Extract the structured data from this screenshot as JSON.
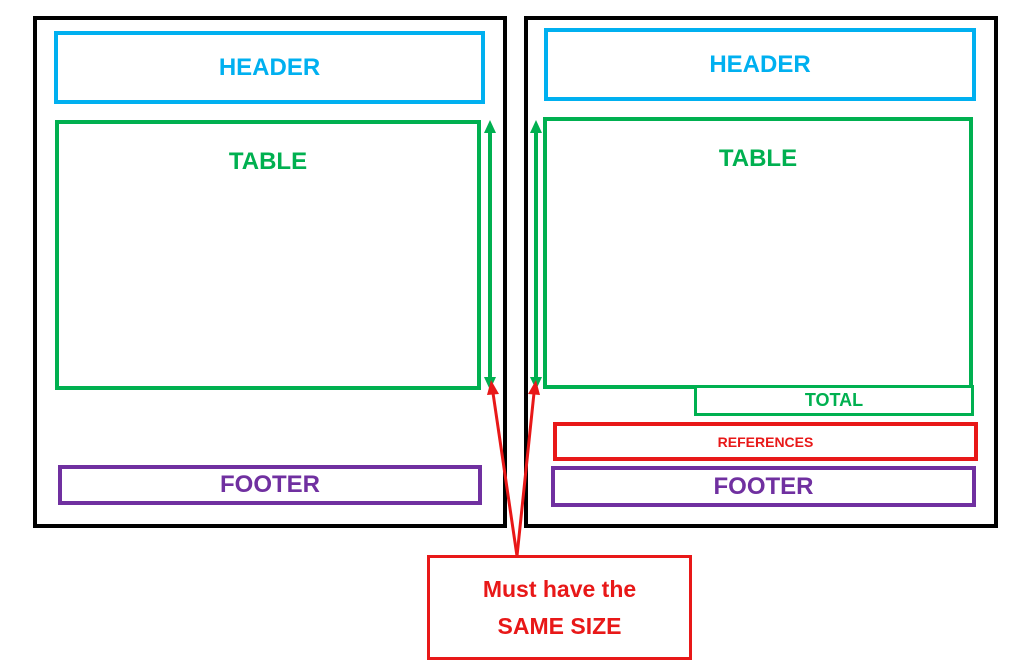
{
  "left_layout": {
    "header_label": "HEADER",
    "table_label": "TABLE",
    "footer_label": "FOOTER"
  },
  "right_layout": {
    "header_label": "HEADER",
    "table_label": "TABLE",
    "total_label": "TOTAL",
    "references_label": "REFERENCES",
    "footer_label": "FOOTER"
  },
  "callout": {
    "line1": "Must have the",
    "line2": "SAME SIZE"
  },
  "colors": {
    "page_border": "#000000",
    "header": "#00b0f0",
    "table": "#00b050",
    "references": "#e81818",
    "footer": "#7030a0",
    "callout": "#e81818"
  }
}
